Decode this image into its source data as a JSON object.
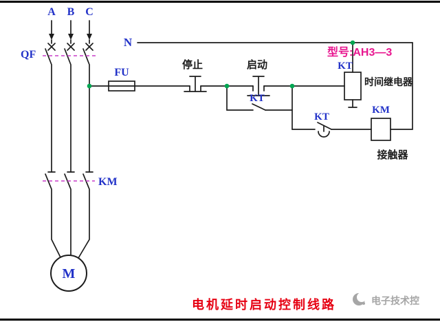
{
  "colors": {
    "wire": "#1c1c1c",
    "label_blue": "#2232c8",
    "text_black": "#1c1c1c",
    "linkage_magenta": "#c83cc8",
    "junction_green": "#00a651",
    "model_magenta": "#e8168f",
    "title_red": "#e60012",
    "watermark_gray": "#a6a6a6",
    "frame_black": "#000000"
  },
  "labels": {
    "phase_a": "A",
    "phase_b": "B",
    "phase_c": "C",
    "breaker": "QF",
    "fuse": "FU",
    "neutral": "N",
    "stop_button": "停止",
    "start_button": "启动",
    "kt_hold_contact": "KT",
    "kt_coil": "KT",
    "kt_timed_contact": "KT",
    "time_relay_caption": "时间继电器",
    "km_coil": "KM",
    "contactor_caption": "接触器",
    "km_main_contacts": "KM",
    "motor": "M",
    "model_no": "型号:AH3—3",
    "title": "电机延时启动控制线路",
    "watermark": "电子技术控"
  }
}
